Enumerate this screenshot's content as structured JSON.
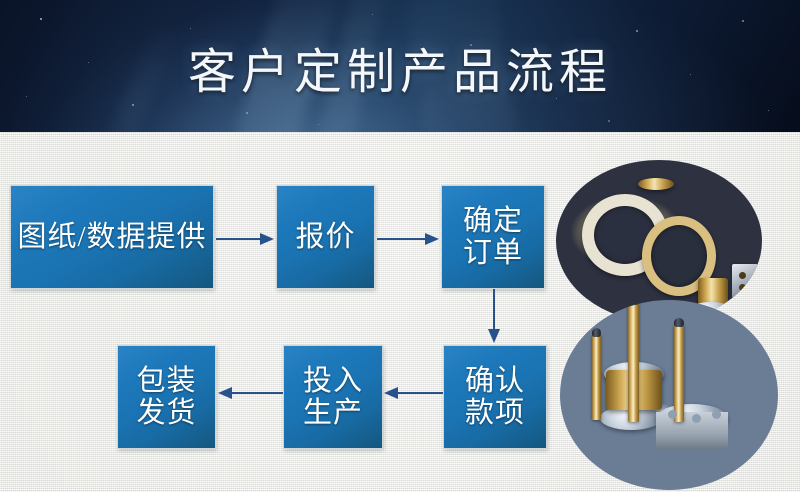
{
  "banner": {
    "title": "客户定制产品流程",
    "bg_color": "#10203c",
    "title_color": "#f4f8fd"
  },
  "theme": {
    "page_bg": "#efefed",
    "box_fill_light": "#2a83c4",
    "box_fill_dark": "#14577f",
    "box_border": "#cfd6d9",
    "box_text": "#ffffff",
    "arrow_color": "#27528c"
  },
  "flow": {
    "steps": [
      {
        "id": "box-1",
        "lines": [
          "图纸/数据提供"
        ],
        "order": 1
      },
      {
        "id": "box-2",
        "lines": [
          "报价"
        ],
        "order": 2
      },
      {
        "id": "box-3",
        "lines": [
          "确定",
          "订单"
        ],
        "order": 3
      },
      {
        "id": "box-4",
        "lines": [
          "确认",
          "款项"
        ],
        "order": 4
      },
      {
        "id": "box-5",
        "lines": [
          "包装",
          "发货"
        ],
        "order": 6
      },
      {
        "id": "box-6",
        "lines": [
          "投入",
          "生产"
        ],
        "order": 5
      }
    ],
    "connectors": [
      {
        "id": "arrow-1",
        "direction": "right",
        "from": "box-1",
        "to": "box-2"
      },
      {
        "id": "arrow-2",
        "direction": "right",
        "from": "box-2",
        "to": "box-3"
      },
      {
        "id": "arrow-3",
        "direction": "down",
        "from": "box-3",
        "to": "box-4"
      },
      {
        "id": "arrow-4",
        "direction": "left",
        "from": "box-4",
        "to": "box-6"
      },
      {
        "id": "arrow-5",
        "direction": "left",
        "from": "box-6",
        "to": "box-5"
      }
    ]
  },
  "photos": [
    {
      "id": "photo-top",
      "name": "brass-hex-nuts-photo",
      "caption": "",
      "shape": "circle"
    },
    {
      "id": "photo-bot",
      "name": "brass-probe-pins-photo",
      "caption": "",
      "shape": "circle"
    }
  ],
  "box_text": {
    "b1_l1": "图纸/数据提供",
    "b2_l1": "报价",
    "b3_l1": "确定",
    "b3_l2": "订单",
    "b4_l1": "确认",
    "b4_l2": "款项",
    "b5_l1": "包装",
    "b5_l2": "发货",
    "b6_l1": "投入",
    "b6_l2": "生产"
  }
}
